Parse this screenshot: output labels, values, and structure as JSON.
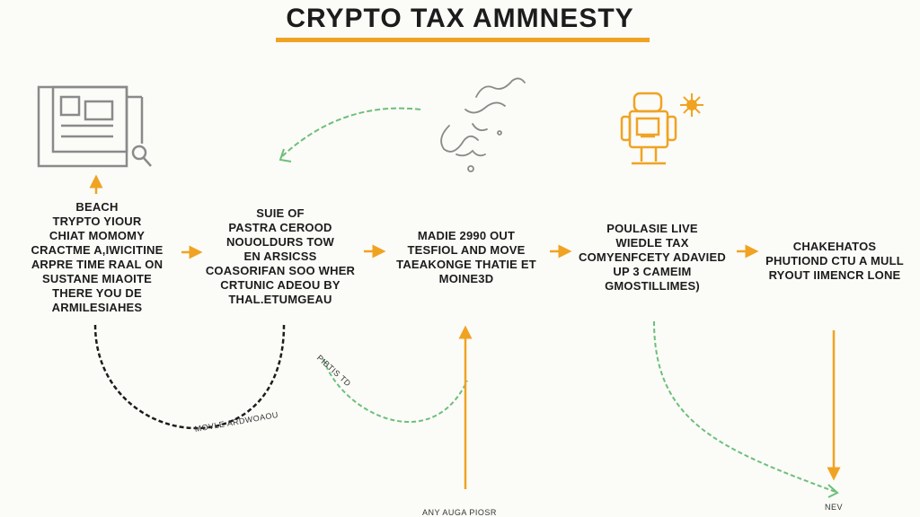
{
  "title": "CRYPTO TAX AMMNESTY",
  "colors": {
    "accent": "#f0a322",
    "flow_green": "#6dbf7a",
    "dark_line": "#1c1c1c",
    "icon_gray": "#8a8a8a"
  },
  "steps": [
    {
      "lines": [
        "BEACH",
        "TRYPTO YIOUR",
        "CHIAT MOMOMY",
        "CRACTME A,IWICITINE",
        "ARPRE TIME RAAL ON",
        "SUSTANE MIAOITE",
        "THERE YOU DE",
        "ARMILESIAHES"
      ]
    },
    {
      "lines": [
        "SUIE OF",
        "PASTRA CEROOD",
        "NOUOLDURS TOW",
        "EN ARSICSS",
        "COASORIFAN SOO WHER",
        "CRTUNIC ADEOU BY",
        "THAL.ETUMGEAU"
      ]
    },
    {
      "lines": [
        "MADIE 2990 OUT",
        "TESFIOL AND MOVE",
        "TAEAKONGE THATIE ET",
        "MOINE3D"
      ]
    },
    {
      "lines": [
        "POULASIE LIVE",
        "WIEDLE TAX",
        "COMYENFCETY ADAVIED",
        "UP 3 CAMEIM",
        "GMOSTILLIMES)"
      ]
    },
    {
      "lines": [
        "CHAKEHATOS",
        "PHUTIOND CTU A MULL",
        "RYOUT IIMENCR LONE"
      ]
    }
  ],
  "notes": {
    "curve_label_left": "MOVLE ARDWOAOU",
    "curve_label_mid": "PIBTIS TD",
    "bottom_label": "ANY AUGA PIOSR",
    "bottom_right_label": "NEV"
  },
  "icons": [
    "document-magnifier-icon",
    "scribble-icon",
    "robot-icon",
    "sparkle-icon"
  ]
}
